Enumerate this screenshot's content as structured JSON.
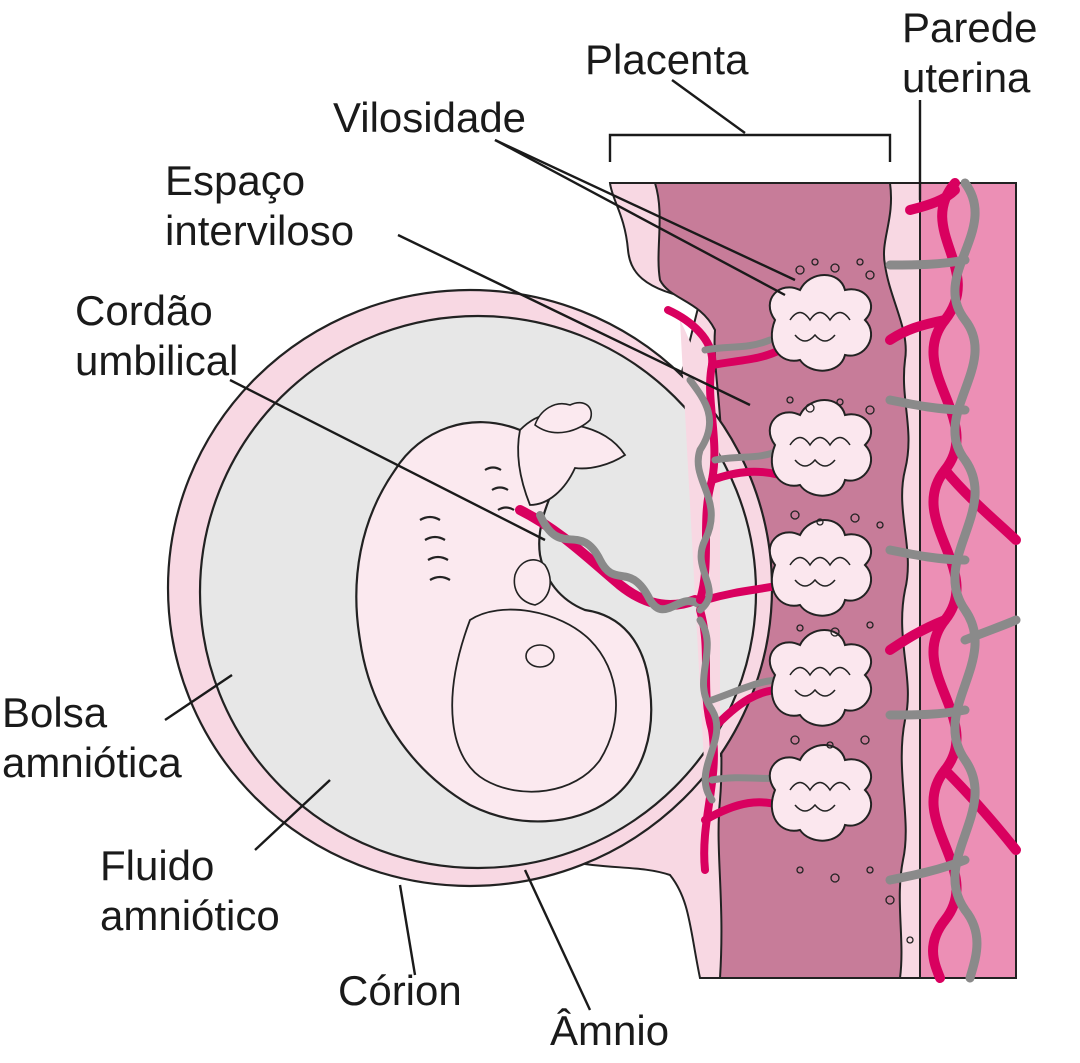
{
  "labels": {
    "placenta": "Placenta",
    "parede_line1": "Parede",
    "parede_line2": "uterina",
    "vilosidade": "Vilosidade",
    "espaco_line1": "Espaço",
    "espaco_line2": "interviloso",
    "cordao_line1": "Cordão",
    "cordao_line2": "umbilical",
    "bolsa_line1": "Bolsa",
    "bolsa_line2": "amniótica",
    "fluido_line1": "Fluido",
    "fluido_line2": "amniótico",
    "corion": "Córion",
    "amnio": "Âmnio"
  },
  "colors": {
    "uterine_wall": "#ec8fb5",
    "placenta_dark": "#c77c99",
    "decidua_light": "#f8d8e3",
    "amniotic_fluid": "#e7e7e7",
    "fetus": "#fbe9ef",
    "artery": "#d9005f",
    "vein": "#8a8a8a",
    "villus": "#fbe7ee",
    "outline": "#222222"
  }
}
